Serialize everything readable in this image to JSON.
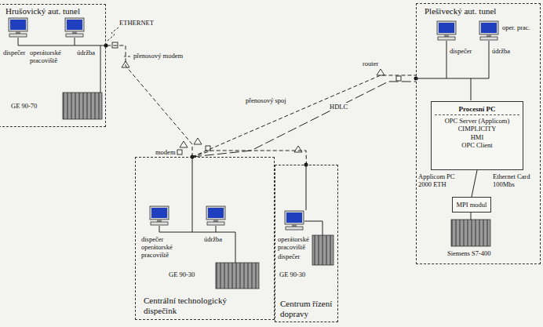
{
  "diagram": {
    "nodes": [
      {
        "text": [
          "Hrušovický aut. tunel"
        ]
      },
      {
        "text": [
          "Plešivecký aut. tunel"
        ]
      },
      {
        "text": [
          "Procesní PC",
          "OPC Server (Applicom)",
          "CIMPLICITY",
          "HMI",
          "OPC Client"
        ],
        "in": 1
      },
      {
        "text": [
          "MPI modul"
        ],
        "in": 1
      },
      {
        "text": [
          "Centrální technologický dispečink"
        ]
      },
      {
        "text": [
          "Centrum řízení dopravy"
        ]
      }
    ],
    "edges": [
      {
        "from": 4,
        "to": 0,
        "arrow": "none"
      },
      {
        "from": 4,
        "to": 1,
        "label": "přenosový spoj",
        "arrow": "none"
      },
      {
        "from": 4,
        "to": 1,
        "label": "HDLC",
        "arrow": "none"
      },
      {
        "from": 4,
        "to": 5,
        "arrow": "none"
      },
      {
        "from": 2,
        "to": 3,
        "arrow": "none"
      }
    ],
    "labels": [
      "ETHERNET",
      "přenosový modem",
      "modem",
      "router",
      "dispečer",
      "operátorské pracoviště",
      "údržba",
      "GE 90-70",
      "dispečer",
      "operátorské pracoviště",
      "údržba",
      "GE 90-30",
      "operátorské pracoviště",
      "dispečer",
      "GE 90-30",
      "oper. prac.",
      "dispečer",
      "údržba",
      "Applicom PC 2000 ETH",
      "Ethernet Card 100Mbs",
      "Siemens S7-400"
    ]
  }
}
